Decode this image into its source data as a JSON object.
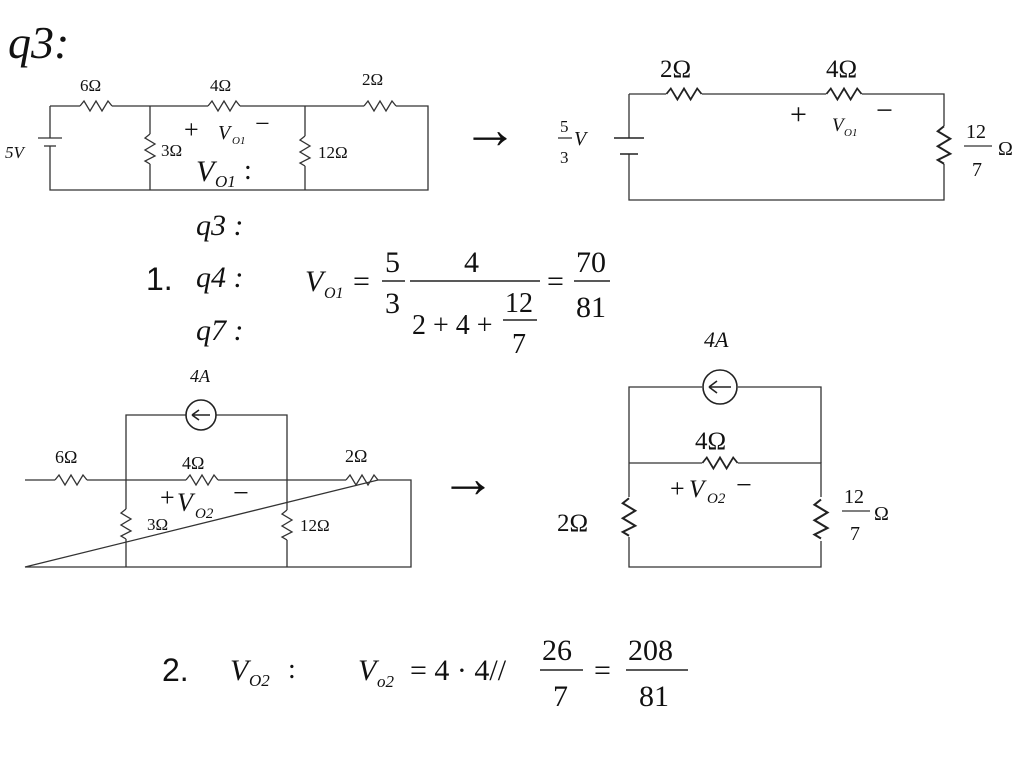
{
  "title": "q3:",
  "circuit1": {
    "source": "5V",
    "r_left": "6Ω",
    "r_mid": "4Ω",
    "r_right": "2Ω",
    "r_shunt1": "3Ω",
    "r_shunt2": "12Ω",
    "plus": "+",
    "minus": "−",
    "vo1": "V",
    "vo1_sub": "O1"
  },
  "circuit1_eq": {
    "r_left": "2Ω",
    "r_mid": "4Ω",
    "r_right_num": "12",
    "r_right_den": "7",
    "r_right_unit": "Ω",
    "src_num": "5",
    "src_den": "3",
    "src_unit": "V",
    "plus": "+",
    "minus": "−",
    "vo1": "V",
    "vo1_sub": "O1"
  },
  "arrow": "→",
  "step1": {
    "number": "1.",
    "label_v": "V",
    "label_sub": "O1",
    "colon": ":",
    "q3": "q3 :",
    "q4": "q4 :",
    "q7": "q7 :",
    "eq_v": "V",
    "eq_sub": "O1",
    "eq_equals": "=",
    "eq_frac1_num": "5",
    "eq_frac1_den": "3",
    "eq_frac2_num": "4",
    "eq_frac2_den": "2 + 4 +",
    "eq_inner_num": "12",
    "eq_inner_den": "7",
    "eq_equals2": "=",
    "eq_result_num": "70",
    "eq_result_den": "81"
  },
  "circuit2": {
    "source": "4A",
    "r_left": "6Ω",
    "r_mid": "4Ω",
    "r_right": "2Ω",
    "r_shunt1": "3Ω",
    "r_shunt2": "12Ω",
    "plus": "+",
    "minus": "−",
    "vo2": "V",
    "vo2_sub": "O2"
  },
  "circuit2_eq": {
    "source": "4A",
    "r_mid": "4Ω",
    "r_left": "2Ω",
    "r_right_num": "12",
    "r_right_den": "7",
    "r_right_unit": "Ω",
    "plus": "+",
    "minus": "−",
    "vo2": "V",
    "vo2_sub": "O2"
  },
  "step2": {
    "number": "2.",
    "label_v": "V",
    "label_sub": "O2",
    "colon": ":",
    "eq_v": "V",
    "eq_sub": "o2",
    "eq_body": "= 4 · 4//",
    "eq_frac_num": "26",
    "eq_frac_den": "7",
    "eq_equals": "=",
    "eq_result_num": "208",
    "eq_result_den": "81"
  }
}
